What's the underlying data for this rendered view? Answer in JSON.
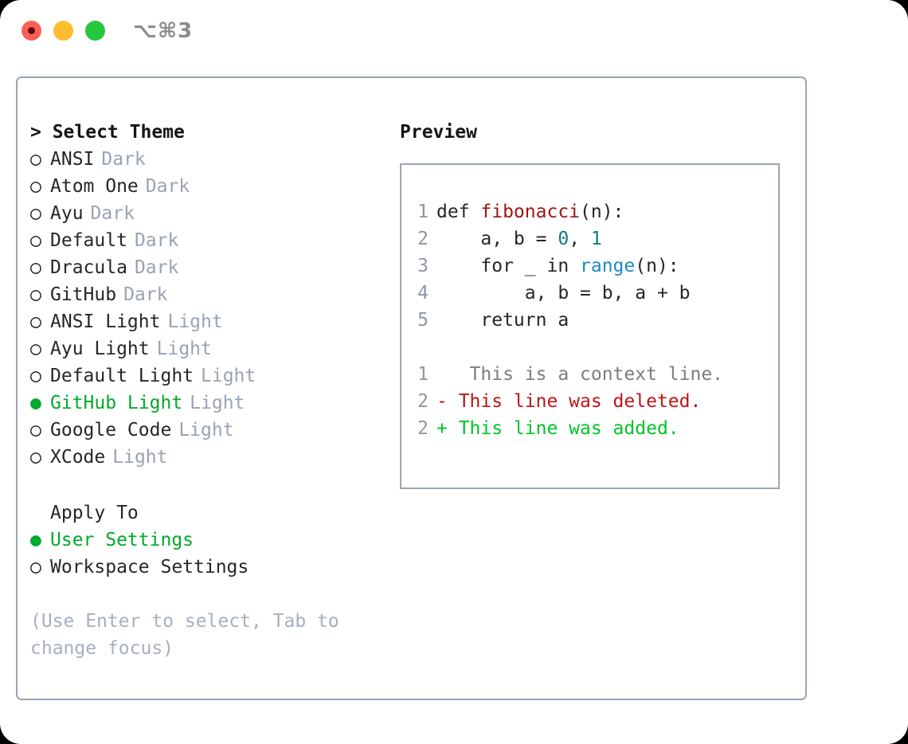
{
  "window": {
    "shortcut": "⌥⌘3",
    "traffic_lights": [
      {
        "name": "close",
        "color": "#fc5f58"
      },
      {
        "name": "minimize",
        "color": "#fdbd2e"
      },
      {
        "name": "maximize",
        "color": "#26c83c"
      }
    ]
  },
  "theme_panel": {
    "header": "> Select Theme",
    "caret": ">",
    "title": "Select Theme",
    "marker_unselected": "○",
    "marker_selected": "●",
    "items": [
      {
        "label": "ANSI",
        "tag": "Dark",
        "selected": false
      },
      {
        "label": "Atom One",
        "tag": "Dark",
        "selected": false
      },
      {
        "label": "Ayu",
        "tag": "Dark",
        "selected": false
      },
      {
        "label": "Default",
        "tag": "Dark",
        "selected": false
      },
      {
        "label": "Dracula",
        "tag": "Dark",
        "selected": false
      },
      {
        "label": "GitHub",
        "tag": "Dark",
        "selected": false
      },
      {
        "label": "ANSI Light",
        "tag": "Light",
        "selected": false
      },
      {
        "label": "Ayu Light",
        "tag": "Light",
        "selected": false
      },
      {
        "label": "Default Light",
        "tag": "Light",
        "selected": false
      },
      {
        "label": "GitHub Light",
        "tag": "Light",
        "selected": true
      },
      {
        "label": "Google Code",
        "tag": "Light",
        "selected": false
      },
      {
        "label": "XCode",
        "tag": "Light",
        "selected": false
      }
    ]
  },
  "apply_to": {
    "header": "Apply To",
    "items": [
      {
        "label": "User Settings",
        "selected": true
      },
      {
        "label": "Workspace Settings",
        "selected": false
      }
    ]
  },
  "hint": "(Use Enter to select, Tab to\nchange focus)",
  "preview": {
    "title": "Preview",
    "code": [
      {
        "line_no": "1",
        "parts": [
          {
            "text": "def ",
            "style": "plain"
          },
          {
            "text": "fibonacci",
            "style": "fn"
          },
          {
            "text": "(n):",
            "style": "plain"
          }
        ]
      },
      {
        "line_no": "2",
        "parts": [
          {
            "text": "    a, b = ",
            "style": "plain"
          },
          {
            "text": "0",
            "style": "num"
          },
          {
            "text": ", ",
            "style": "plain"
          },
          {
            "text": "1",
            "style": "num"
          }
        ]
      },
      {
        "line_no": "3",
        "parts": [
          {
            "text": "    for _ in ",
            "style": "plain"
          },
          {
            "text": "range",
            "style": "builtin"
          },
          {
            "text": "(n):",
            "style": "plain"
          }
        ]
      },
      {
        "line_no": "4",
        "parts": [
          {
            "text": "        a, b = b, a + b",
            "style": "plain"
          }
        ]
      },
      {
        "line_no": "5",
        "parts": [
          {
            "text": "    return a",
            "style": "plain"
          }
        ]
      }
    ],
    "diff": [
      {
        "line_no": "1",
        "sign": " ",
        "text": "  This is a context line.",
        "kind": "context"
      },
      {
        "line_no": "2",
        "sign": "-",
        "text": " This line was deleted.",
        "kind": "deleted"
      },
      {
        "line_no": "2",
        "sign": "+",
        "text": " This line was added.",
        "kind": "added"
      }
    ]
  },
  "colors": {
    "accent_green": "#00aa2b",
    "diff_add": "#00c424",
    "diff_delete": "#c01414",
    "function_red": "#a01515",
    "number_teal": "#0a7a80",
    "builtin_blue": "#1f88c4",
    "border": "#9aa5b6",
    "muted_text": "#9aa3b3"
  }
}
